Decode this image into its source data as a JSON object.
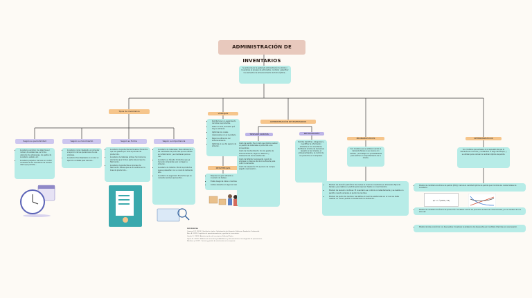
{
  "title": "ADMINISTRACIÓN DE INVENTARIOS",
  "intro": "Se entiende por la gestión/la administración de stocks o Inventarios al proceso de administrar, controlar y planificar los elementos de almacenamiento de forma óptima...",
  "types_label": "Tipos de inventarios",
  "types": [
    {
      "label": "Según su periodicidad",
      "items": [
        "Inventario periódico: Se determina el número de existencias, su forma, ubicación de almacenaje, los gastos de inventario, estado, etc.",
        "Inventario perpetuo: Se lleva un control constante de los inventarios de manera diaria que permite..."
      ]
    },
    {
      "label": "Según su movimiento",
      "items": [
        "Inventario inicial: Realizado al comenzar el ejercicio de las operaciones de una empresa.",
        "Inventario final: Realizado al concluir el ejercicio contable para calcular..."
      ]
    },
    {
      "label": "Según su forma",
      "items": [
        "Inventario de productos terminados: Productos que han pasado por todo el proceso de producción.",
        "Inventario de materias primas: Son todos los elementos que forman parte del proceso de fabricación.",
        "Inventario de productos en proceso de fabricación: Bienes que se encuentran en la línea de producción..."
      ]
    },
    {
      "label": "Según su importancia",
      "items": [
        "Inventario de materiales: Hace referencia a las cantidades de productos que se utilizan en la fabricación y se mantienen para su uso.",
        "Inventario en tránsito: Productos que ya han sido comprados pero no llegan a almacén.",
        "Inventario de máxima: Stock de productos que se presentan con un nivel de demanda alto.",
        "Inventario de seguridad: Productos que se necesitan siempre para evitar..."
      ]
    }
  ],
  "ventajas_label": "VENTAJAS",
  "ventajas": [
    "Permite tener un seguimiento de todos los productos.",
    "Saber en todo momento qué hay en almacén.",
    "Optimizar los costes relacionados con el inventario.",
    "Mejora la eficiencia del almacenamiento.",
    "Optimiza el uso del espacio de almacén."
  ],
  "desventajas_label": "DESVENTAJAS",
  "desventajas": [
    "Requiere un gran esfuerzo e inversión de tiempo.",
    "Existe riesgo de robos o mermas.",
    "Costes elevados en algunos casos."
  ],
  "admin_label": "ADMINISTRACIÓN DE INVENTARIOS",
  "tipos_costos_label": "TIPOS DE COSTOS",
  "tipos_costos": [
    "Costo de pedido: Es el costo que implica realizar un pedido de materiales o productos a los proveedores.",
    "Costo de mantenimiento: Son los gastos de almacenamiento, seguros, deterioro y obsolescencia de las existencias.",
    "Costo de faltante: Se presenta cuando la empresa no dispone del stock suficiente para cubrir la demanda.",
    "Costo de adquisición: Es el precio de compra pagado al proveedor..."
  ],
  "metodologia_label": "METODOLOGÍA",
  "metodologia": "Permite identificar, categorizar y cuantificar la información existente en los inventarios, facilitando la toma de decisiones respecto a las compras, el almacenamiento y el control de los productos en la empresa.",
  "prob_label": "PROBABILÍSTICOS",
  "prob_text": "Son modelos que se utilizan cuando la demanda futura no se conoce con certeza, y se trabaja con probabilidades para estimar el comportamiento de la misma.",
  "prob_items": [
    "Modelo de revisión periódica: Se revisa el nivel de inventario en intervalos fijos de tiempo y se realiza un pedido para reponer hasta un nivel máximo.",
    "Modelo de revisión continua: El inventario se controla constantemente y se realiza un pedido cuando alcanza el punto de reorden.",
    "Modelo de punto de reorden: Se define el nivel de existencias en el cual se debe realizar un nuevo pedido considerando la demanda..."
  ],
  "det_label": "DETERMINÍSTICOS",
  "det_text": "Son modelos que se basan en el supuesto de que la demanda es conocida y constante a lo largo del tiempo, y se utilizan para calcular la cantidad óptima de pedido.",
  "det_items": [
    "Modelo de cantidad económica de pedido (EOQ): Calcula la cantidad óptima de pedido que minimiza los costos totales de inventario.",
    "Modelo de cantidad económica de producción: Se utiliza cuando los productos se fabrican internamente y no se reciben de una sola vez.",
    "Modelo de lote económico con descuentos: Considera la existencia de descuentos por cantidad ofrecidos por el proveedor."
  ],
  "formula_text": "Q* = √(2DS / H)",
  "references_label": "REFERENCIAS",
  "references": [
    "Carmen, F. P. (2015). Gestión de stocks: Optimización del almacén. Ediciones Fundación Confemetal.",
    "Ruiz, A. (2019). Logística de aprovisionamiento y gestión de inventarios.",
    "García, R. (2018). Administración de inventarios. Editorial Patria.",
    "López, M. (2020). Modelos de inventario probabilísticos y determinísticos. Investigación de Operaciones.",
    "Martínez, J. (2017). Control y gestión de existencias en la empresa."
  ]
}
